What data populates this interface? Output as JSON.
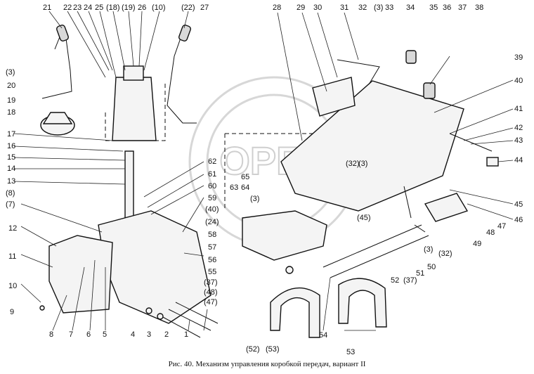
{
  "caption": "Рис. 40. Механизм управления коробкой передач, вариант II",
  "watermark": "OPEX",
  "callouts": [
    "21",
    "22",
    "23",
    "24",
    "25",
    "(18)",
    "(19)",
    "26",
    "(10)",
    "(22)",
    "27",
    "(3)",
    "20",
    "19",
    "18",
    "17",
    "16",
    "15",
    "14",
    "13",
    "(8)",
    "(7)",
    "12",
    "11",
    "10",
    "9",
    "8",
    "7",
    "6",
    "5",
    "4",
    "3",
    "2",
    "1",
    "62",
    "61",
    "60",
    "59",
    "(40)",
    "(24)",
    "58",
    "57",
    "56",
    "55",
    "(37)",
    "(48)",
    "(47)",
    "63",
    "64",
    "65",
    "(52)",
    "(53)",
    "54",
    "53",
    "28",
    "29",
    "30",
    "31",
    "32",
    "(3)",
    "33",
    "34",
    "35",
    "36",
    "37",
    "38",
    "39",
    "40",
    "41",
    "42",
    "43",
    "44",
    "45",
    "46",
    "47",
    "48",
    "49",
    "(32)",
    "(3)",
    "50",
    "51",
    "52",
    "(37)",
    "(45)",
    "(32)",
    "(3)",
    "(3)"
  ]
}
